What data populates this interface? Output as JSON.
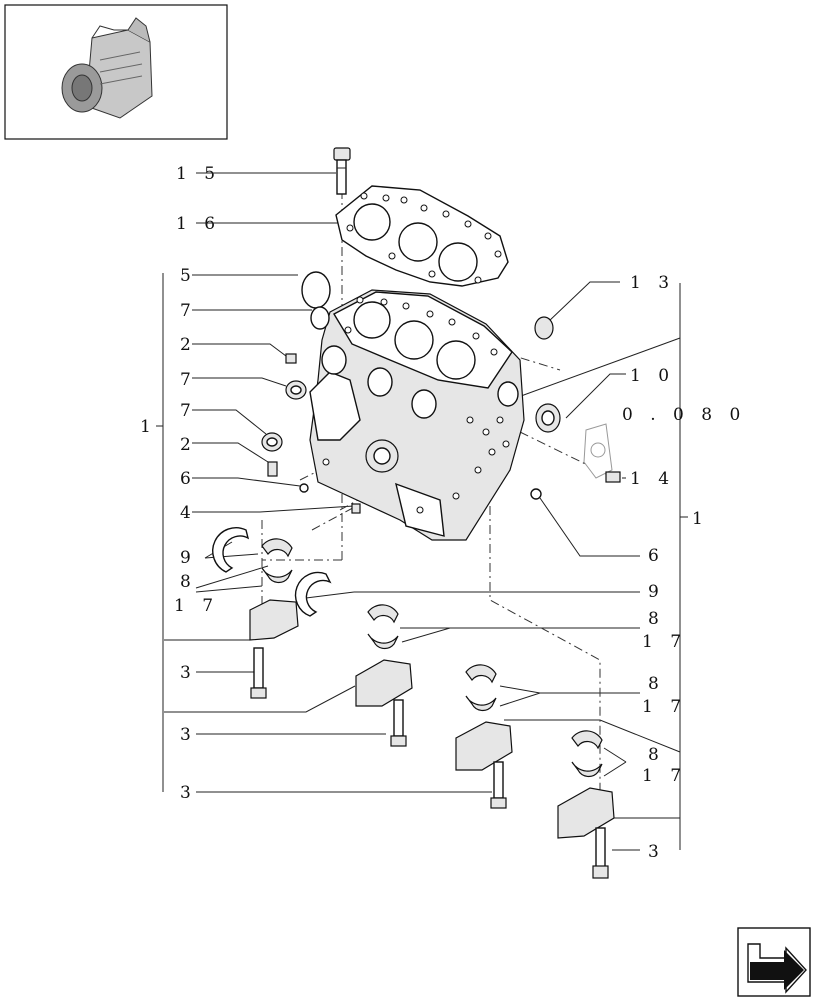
{
  "thumbnail": {
    "icon": "engine-thumbnail-icon"
  },
  "callouts": {
    "c15": "1 5",
    "c16": "1 6",
    "c5": "5",
    "c7a": "7",
    "c2a": "2",
    "c7b": "7",
    "c7c": "7",
    "c2b": "2",
    "c6a": "6",
    "c4": "4",
    "c9a": "9",
    "c8a": "8",
    "c17a": "1 7",
    "c3a": "3",
    "c3b": "3",
    "c3c": "3",
    "c1left": "1",
    "c13": "1 3",
    "c10": "1 0",
    "c080": "0 . 0 8 0",
    "c14": "1 4",
    "c1right": "1",
    "c6b": "6",
    "c9b": "9",
    "c8b": "8",
    "c17b": "1 7",
    "c8c": "8",
    "c17c": "1 7",
    "c8d": "8",
    "c17d": "1 7",
    "c3d": "3"
  },
  "nav": {
    "icon": "next-page-arrow-icon"
  }
}
